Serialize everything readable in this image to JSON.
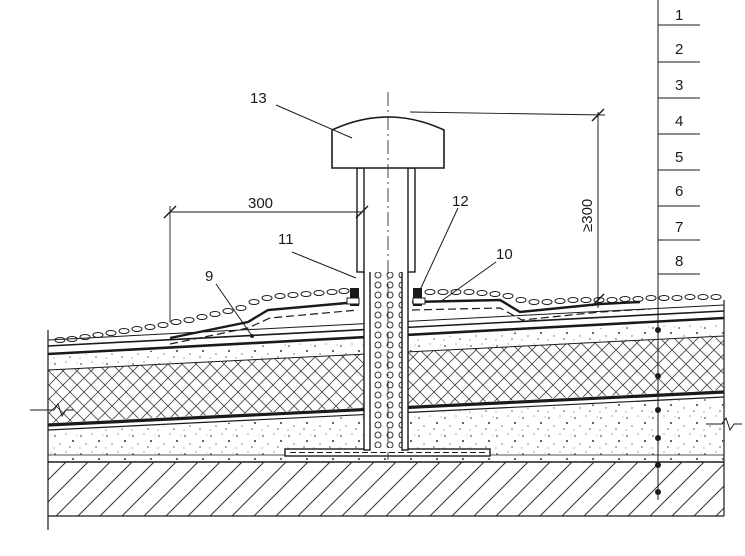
{
  "callouts": {
    "n9": "9",
    "n10": "10",
    "n11": "11",
    "n12": "12",
    "n13": "13"
  },
  "dimensions": {
    "horizontal": "300",
    "vertical": "≥300"
  },
  "layer_legend": [
    "1",
    "2",
    "3",
    "4",
    "5",
    "6",
    "7",
    "8"
  ],
  "colors": {
    "ink": "#1a1a1a",
    "hatch": "#444444",
    "paper": "#ffffff"
  }
}
